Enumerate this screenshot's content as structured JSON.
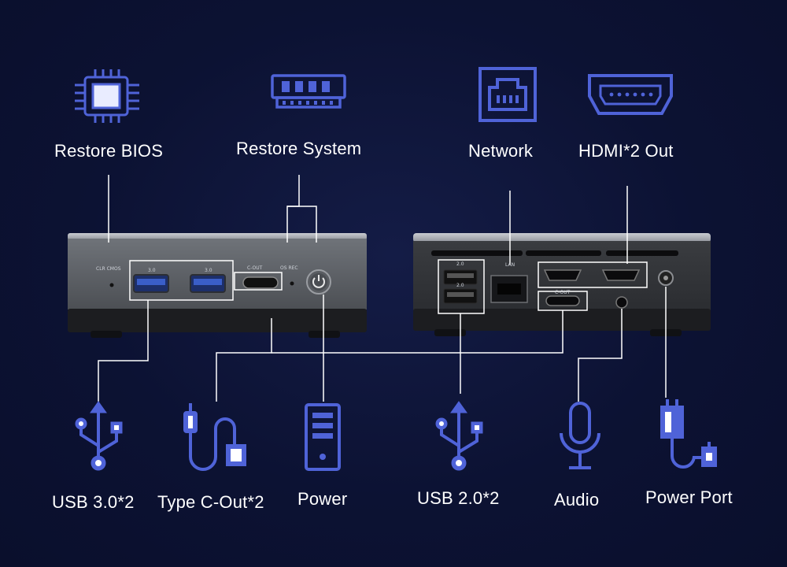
{
  "labels": {
    "restore_bios": "Restore BIOS",
    "restore_system": "Restore System",
    "network": "Network",
    "hdmi": "HDMI*2 Out",
    "usb30": "USB 3.0*2",
    "typec": "Type C-Out*2",
    "power": "Power",
    "usb20": "USB 2.0*2",
    "audio": "Audio",
    "power_port": "Power Port"
  },
  "port_marks": {
    "clr_cmos": "CLR CMOS",
    "usb3_a": "3.0",
    "usb3_b": "3.0",
    "c_out": "C-OUT",
    "os_rec": "OS REC",
    "usb2_a": "2.0",
    "usb2_b": "2.0",
    "lan": "LAN",
    "c_out_rear": "C-OUT"
  },
  "colors": {
    "background": "#0c1233",
    "icon_accent": "#4f63d8",
    "text": "#ffffff",
    "leader_line": "#ffffff"
  },
  "icons": [
    "chip-icon",
    "memory-icon",
    "ethernet-icon",
    "hdmi-icon",
    "usb-icon",
    "usb-c-cable-icon",
    "tower-pc-icon",
    "usb-icon",
    "microphone-icon",
    "power-plug-icon"
  ]
}
